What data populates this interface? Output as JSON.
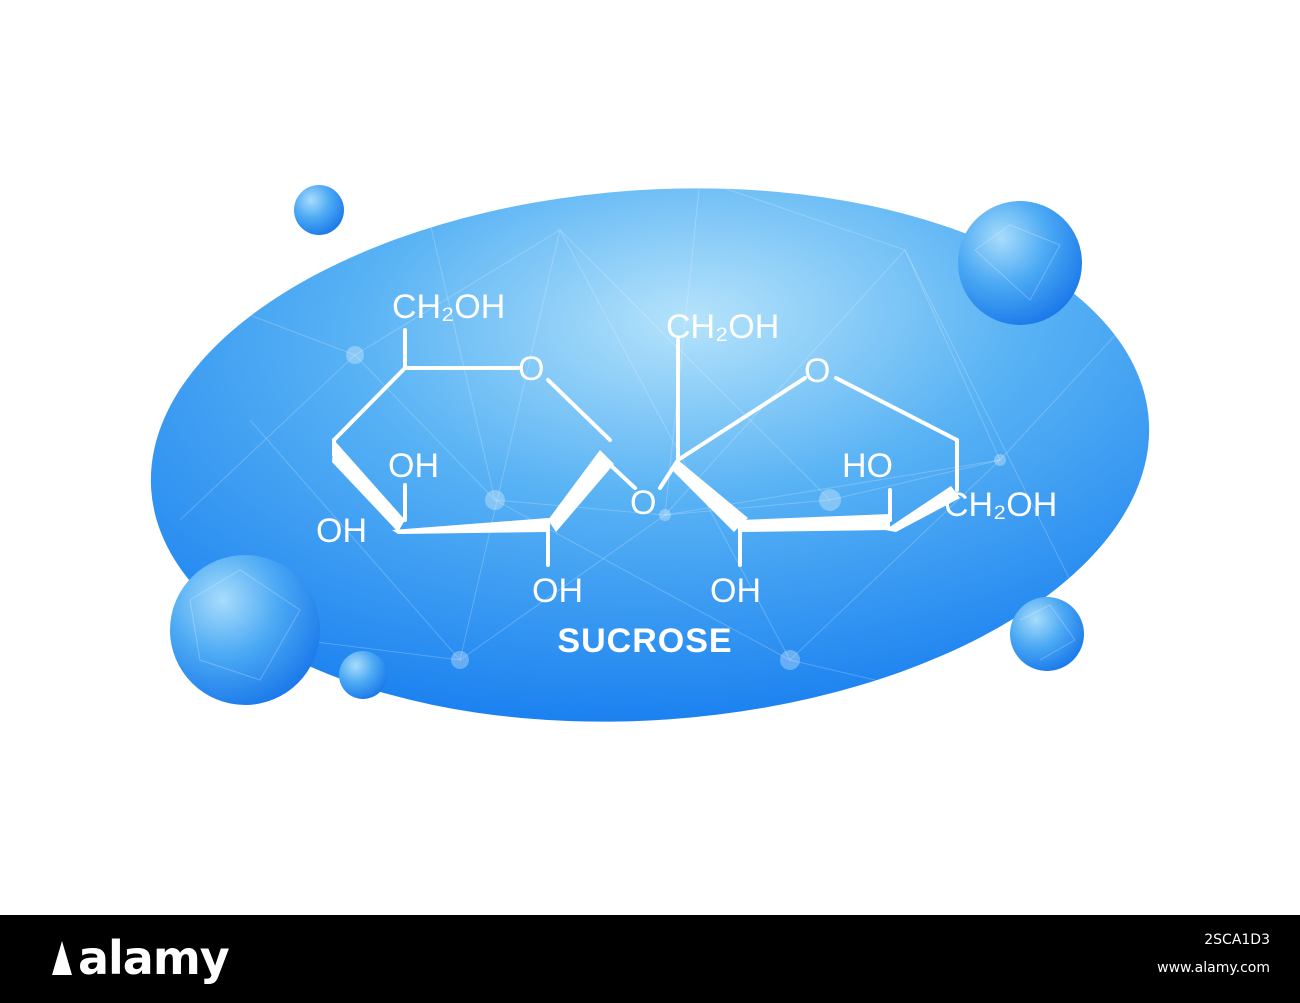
{
  "molecule": {
    "name": "SUCROSE",
    "labels": {
      "glucose_ch2oh": "CH₂OH",
      "fructose_top_ch2oh": "CH₂OH",
      "fructose_right_ch2oh": "CH₂OH",
      "glucose_ring_o": "O",
      "fructose_ring_o": "O",
      "bridge_o": "O",
      "glucose_oh_c3": "OH",
      "glucose_oh_c4": "OH",
      "glucose_oh_c2": "OH",
      "fructose_oh_c3": "OH",
      "fructose_ho_c4": "HO"
    }
  },
  "colors": {
    "background": "#ffffff",
    "blob_light": "#a8dcfa",
    "blob_mid": "#4aa8f2",
    "blob_dark": "#1a7ff0",
    "structure_line": "#ffffff",
    "footer": "#000000"
  },
  "watermark": {
    "logo_text": "alamy",
    "image_id": "2SCA1D3",
    "url": "www.alamy.com"
  }
}
